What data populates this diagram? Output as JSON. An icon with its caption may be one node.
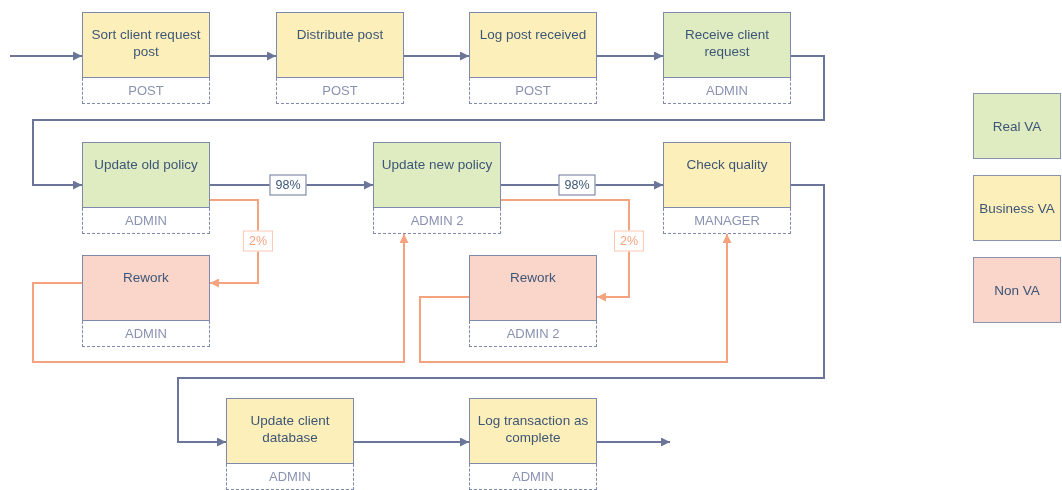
{
  "diagram": {
    "nodes": [
      {
        "text": [
          "Sort client request post"
        ],
        "beside": [
          "POST"
        ]
      },
      {
        "text": [
          "Distribute post"
        ],
        "beside": [
          "POST"
        ]
      },
      {
        "text": [
          "Log post received"
        ],
        "beside": [
          "POST"
        ]
      },
      {
        "text": [
          "Receive client request"
        ],
        "beside": [
          "ADMIN"
        ]
      },
      {
        "text": [
          "Update old policy"
        ],
        "beside": [
          "ADMIN"
        ]
      },
      {
        "text": [
          "Update new policy"
        ],
        "beside": [
          "ADMIN 2"
        ]
      },
      {
        "text": [
          "Check quality"
        ],
        "beside": [
          "MANAGER"
        ]
      },
      {
        "text": [
          "Rework"
        ],
        "beside": [
          "ADMIN"
        ]
      },
      {
        "text": [
          "Rework"
        ],
        "beside": [
          "ADMIN 2"
        ]
      },
      {
        "text": [
          "Update client database"
        ],
        "beside": [
          "ADMIN"
        ]
      },
      {
        "text": [
          "Log transaction as complete"
        ],
        "beside": [
          "ADMIN"
        ]
      }
    ],
    "edges": [
      {
        "from": null,
        "to": 0,
        "arrow": "to"
      },
      {
        "from": 0,
        "to": 1,
        "arrow": "to"
      },
      {
        "from": 1,
        "to": 2,
        "arrow": "to"
      },
      {
        "from": 2,
        "to": 3,
        "arrow": "to"
      },
      {
        "from": 3,
        "to": 4,
        "arrow": "to"
      },
      {
        "from": 4,
        "to": 5,
        "arrow": "to",
        "label": "98%"
      },
      {
        "from": 5,
        "to": 6,
        "arrow": "to",
        "label": "98%"
      },
      {
        "from": 4,
        "to": 7,
        "arrow": "to",
        "label": "2%",
        "color": "#f5a27f"
      },
      {
        "from": 7,
        "to": 5,
        "arrow": "to",
        "color": "#f5a27f"
      },
      {
        "from": 5,
        "to": 8,
        "arrow": "to",
        "label": "2%",
        "color": "#f5a27f"
      },
      {
        "from": 8,
        "to": 6,
        "arrow": "to",
        "color": "#f5a27f"
      },
      {
        "from": 6,
        "to": 9,
        "arrow": "to"
      },
      {
        "from": 9,
        "to": 10,
        "arrow": "to"
      },
      {
        "from": 10,
        "to": null,
        "arrow": "to"
      }
    ],
    "legend": [
      {
        "text": "Real VA",
        "color": "#dfebc1"
      },
      {
        "text": "Business VA",
        "color": "#fdefb9"
      },
      {
        "text": "Non VA",
        "color": "#fad5c9"
      }
    ]
  }
}
